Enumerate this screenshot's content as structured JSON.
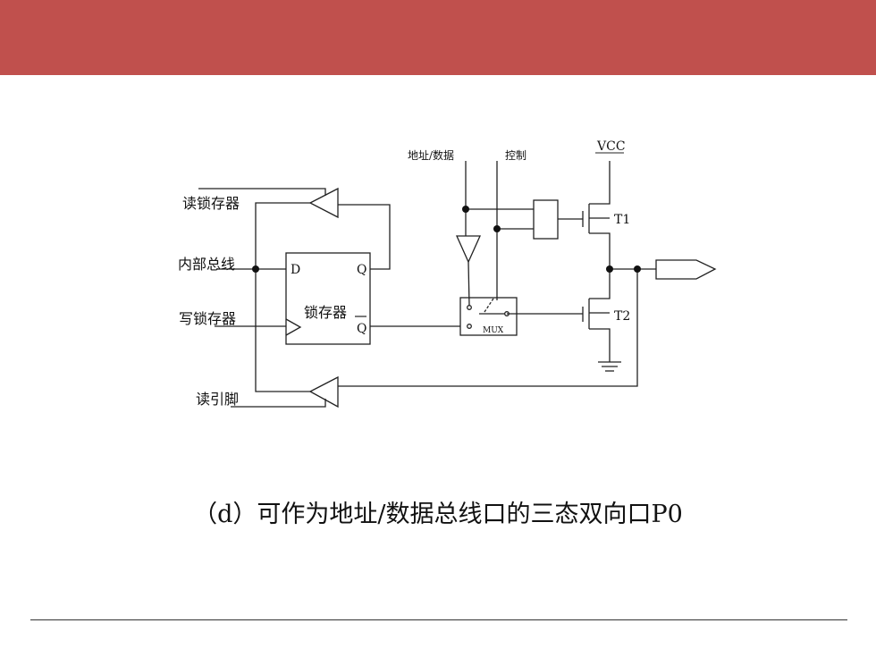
{
  "theme": {
    "accent": "#c0504d"
  },
  "diagram": {
    "labels": {
      "read_latch": "读锁存器",
      "internal_bus": "内部总线",
      "write_latch": "写锁存器",
      "read_pin": "读引脚",
      "latch_name": "锁存器",
      "pin_d": "D",
      "pin_q": "Q",
      "pin_qbar": "Q",
      "addr_data": "地址/数据",
      "control": "控制",
      "vcc": "VCC",
      "t1": "T1",
      "t2": "T2",
      "mux": "MUX"
    }
  },
  "caption": "（d）可作为地址/数据总线口的三态双向口P0"
}
